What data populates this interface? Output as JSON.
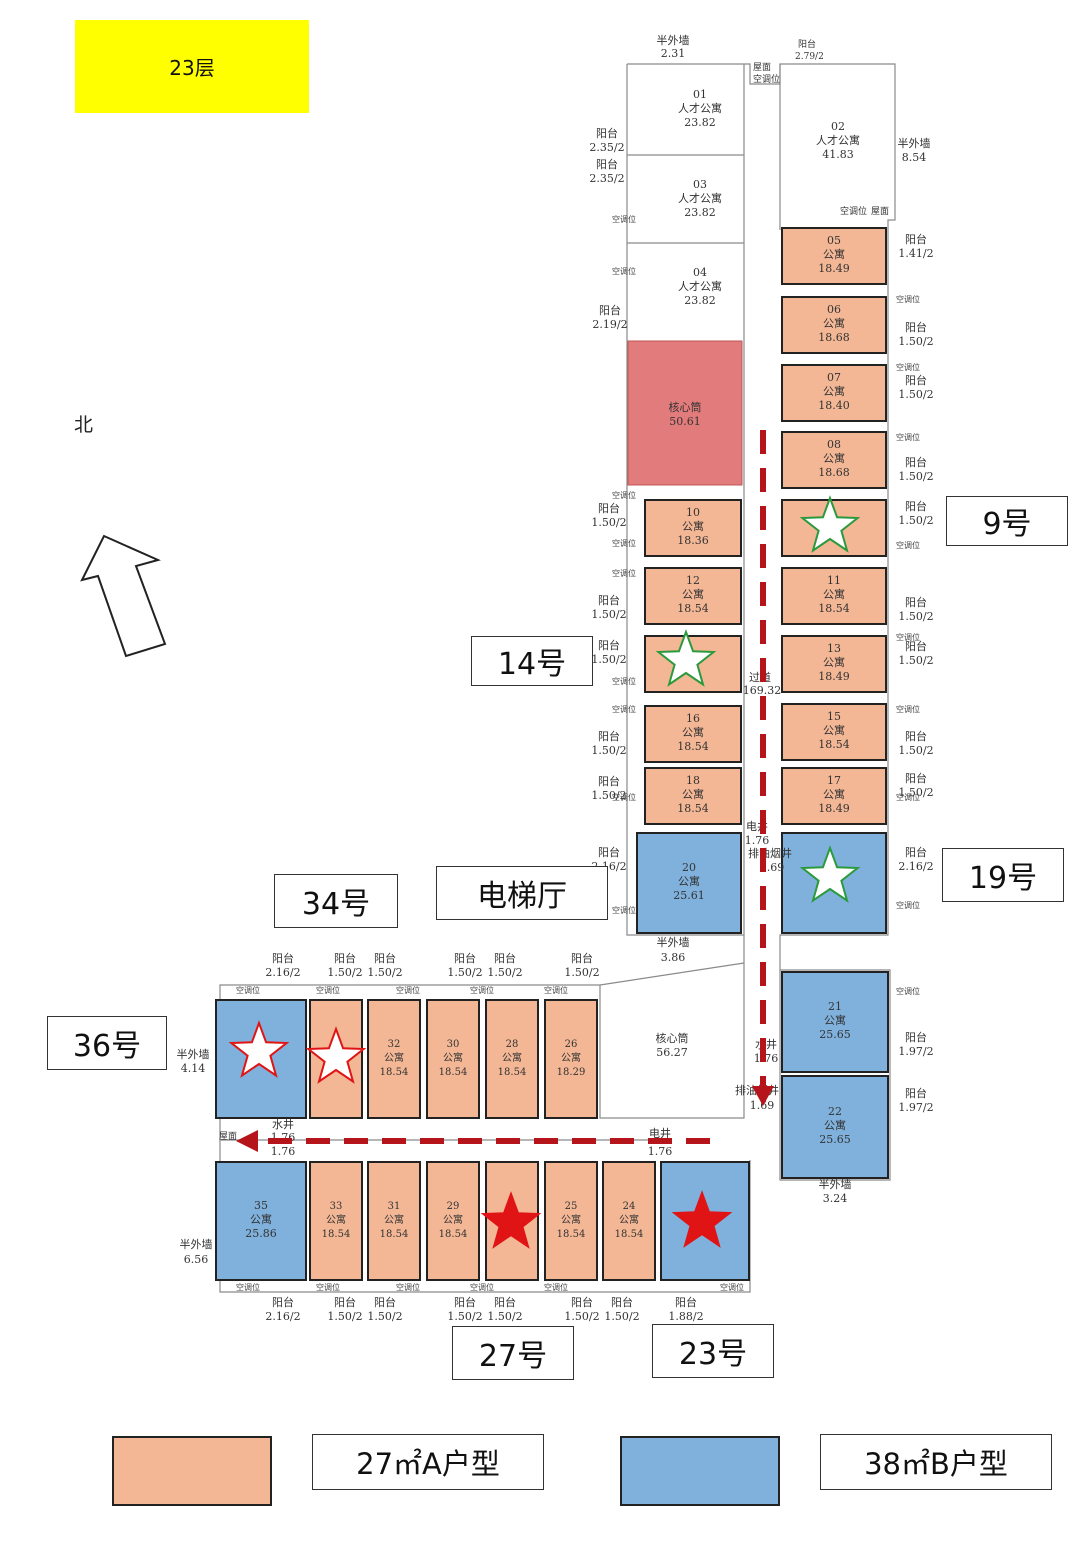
{
  "floor": "23层",
  "north": "北",
  "colors": {
    "a_unit": "#f4b795",
    "b_unit": "#7fb1dc",
    "core_north": "#e27b7b",
    "arrow": "#b5141a",
    "star_green": "#2a9a3c",
    "star_red": "#e01414"
  },
  "callouts": [
    {
      "id": "9",
      "text": "9号"
    },
    {
      "id": "14",
      "text": "14号"
    },
    {
      "id": "19",
      "text": "19号"
    },
    {
      "id": "34",
      "text": "34号"
    },
    {
      "id": "lobby",
      "text": "电梯厅"
    },
    {
      "id": "36",
      "text": "36号"
    },
    {
      "id": "27",
      "text": "27号"
    },
    {
      "id": "23",
      "text": "23号"
    }
  ],
  "legend": [
    {
      "label": "27㎡A户型",
      "color": "#f4b795"
    },
    {
      "label": "38㎡B户型",
      "color": "#7fb1dc"
    }
  ],
  "units": [
    {
      "no": "01",
      "type": "人才公寓",
      "area": "23.82"
    },
    {
      "no": "02",
      "type": "人才公寓",
      "area": "41.83"
    },
    {
      "no": "03",
      "type": "人才公寓",
      "area": "23.82"
    },
    {
      "no": "04",
      "type": "人才公寓",
      "area": "23.82"
    },
    {
      "no": "05",
      "type": "公寓",
      "area": "18.49"
    },
    {
      "no": "06",
      "type": "公寓",
      "area": "18.68"
    },
    {
      "no": "07",
      "type": "公寓",
      "area": "18.40"
    },
    {
      "no": "08",
      "type": "公寓",
      "area": "18.68"
    },
    {
      "no": "10",
      "type": "公寓",
      "area": "18.36"
    },
    {
      "no": "11",
      "type": "公寓",
      "area": "18.54"
    },
    {
      "no": "12",
      "type": "公寓",
      "area": "18.54"
    },
    {
      "no": "13",
      "type": "公寓",
      "area": "18.49"
    },
    {
      "no": "15",
      "type": "公寓",
      "area": "18.54"
    },
    {
      "no": "16",
      "type": "公寓",
      "area": "18.54"
    },
    {
      "no": "17",
      "type": "公寓",
      "area": "18.49"
    },
    {
      "no": "18",
      "type": "公寓",
      "area": "18.54"
    },
    {
      "no": "20",
      "type": "公寓",
      "area": "25.61"
    },
    {
      "no": "21",
      "type": "公寓",
      "area": "25.65"
    },
    {
      "no": "22",
      "type": "公寓",
      "area": "25.65"
    },
    {
      "no": "24",
      "type": "公寓",
      "area": "18.54"
    },
    {
      "no": "25",
      "type": "公寓",
      "area": "18.54"
    },
    {
      "no": "26",
      "type": "公寓",
      "area": "18.29"
    },
    {
      "no": "28",
      "type": "公寓",
      "area": "18.54"
    },
    {
      "no": "29",
      "type": "公寓",
      "area": "18.54"
    },
    {
      "no": "30",
      "type": "公寓",
      "area": "18.54"
    },
    {
      "no": "31",
      "type": "公寓",
      "area": "18.54"
    },
    {
      "no": "32",
      "type": "公寓",
      "area": "18.54"
    },
    {
      "no": "33",
      "type": "公寓",
      "area": "18.54"
    },
    {
      "no": "35",
      "type": "公寓",
      "area": "25.86"
    }
  ],
  "cores": [
    {
      "label": "核心筒",
      "area": "50.61"
    },
    {
      "label": "核心筒",
      "area": "56.27"
    }
  ],
  "corridor": {
    "label": "过道",
    "area": "169.32"
  },
  "balconies": [
    "阳台",
    "2.35/2",
    "2.35/2",
    "2.19/2",
    "1.41/2",
    "1.50/2",
    "1.97/2",
    "2.16/2",
    "1.88/2"
  ],
  "outer_walls": [
    {
      "label": "半外墙",
      "value": "2.31"
    },
    {
      "label": "半外墙",
      "value": "8.54"
    },
    {
      "label": "半外墙",
      "value": "3.86"
    },
    {
      "label": "半外墙",
      "value": "3.24"
    },
    {
      "label": "半外墙",
      "value": "4.14"
    },
    {
      "label": "半外墙",
      "value": "6.56"
    }
  ],
  "shafts": [
    {
      "label": "电井",
      "value": "1.76"
    },
    {
      "label": "水井",
      "value": "1.76"
    },
    {
      "label": "排油烟井",
      "value": "1.69"
    }
  ],
  "misc": {
    "ac": "空调位",
    "roof": "屋面",
    "roof_top": "2.79/2"
  }
}
